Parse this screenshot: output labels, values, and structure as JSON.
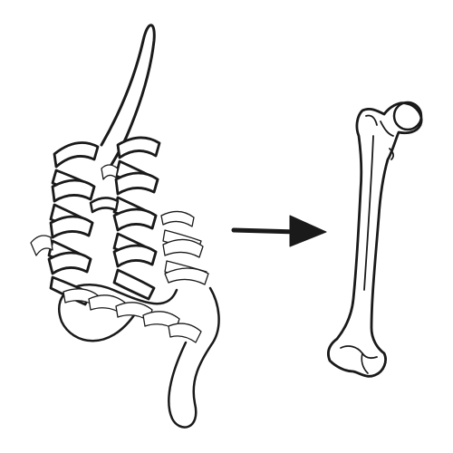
{
  "diagram": {
    "nodes": [
      {
        "id": "protein",
        "shape": "protein-ribbon-icon"
      },
      {
        "id": "bone",
        "shape": "femur-bone-icon"
      }
    ],
    "edges": [
      {
        "from": "protein",
        "to": "bone",
        "style": "arrow"
      }
    ],
    "colors": {
      "ink": "#1a1a1a",
      "background": "#ffffff"
    }
  }
}
